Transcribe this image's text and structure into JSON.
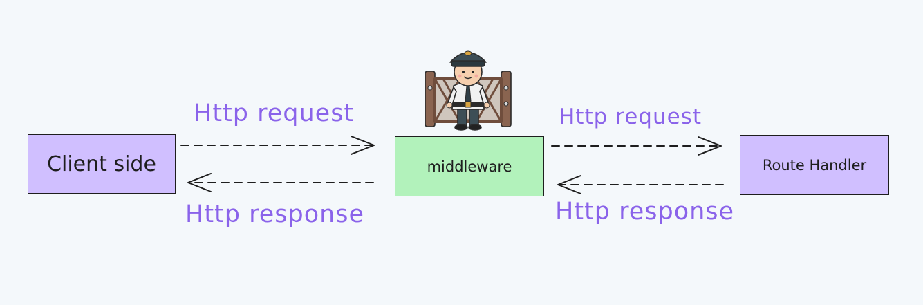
{
  "nodes": {
    "client": "Client side",
    "middleware": "middleware",
    "handler": "Route Handler"
  },
  "edges": {
    "left_request": "Http request",
    "left_response": "Http response",
    "right_request": "Http request",
    "right_response": "Http response"
  },
  "colors": {
    "background": "#f4f8fb",
    "client_fill": "#d0bfff",
    "middleware_fill": "#b2f2bb",
    "handler_fill": "#d0bfff",
    "label_color": "#8a63ea",
    "stroke": "#1e1e1e"
  },
  "illustration": "security-guard-at-gate"
}
